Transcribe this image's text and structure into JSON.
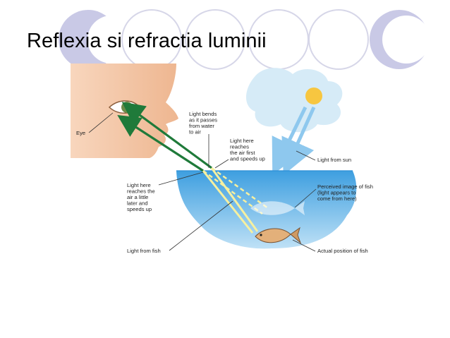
{
  "slide": {
    "title": "Reflexia si refractia luminii"
  },
  "figure": {
    "labels": {
      "eye": "Eye",
      "light_bends": [
        "Light bends",
        "as it passes",
        "from water",
        "to air"
      ],
      "light_here_first": [
        "Light here",
        "reaches",
        "the air first",
        "and speeds up"
      ],
      "light_from_sun": "Light from sun",
      "light_here_later": [
        "Light here",
        "reaches the",
        "air a little",
        "later and",
        "speeds up"
      ],
      "perceived_image": [
        "Perceived image of fish",
        "(light appears to",
        "come from here)"
      ],
      "light_from_fish": "Light from fish",
      "actual_position": "Actual position of fish"
    }
  },
  "colors": {
    "background": "#ffffff",
    "decor_circle_fill": "#c9c9e6",
    "decor_circle_outline": "#d6d6e8",
    "water": "#4fa9e3",
    "sky_cloud": "#d6ebf7",
    "sun": "#f7c640",
    "green_ray": "#1f7a3a",
    "yellow_ray": "#f6f0a0",
    "skin": "#f4c8a8"
  }
}
